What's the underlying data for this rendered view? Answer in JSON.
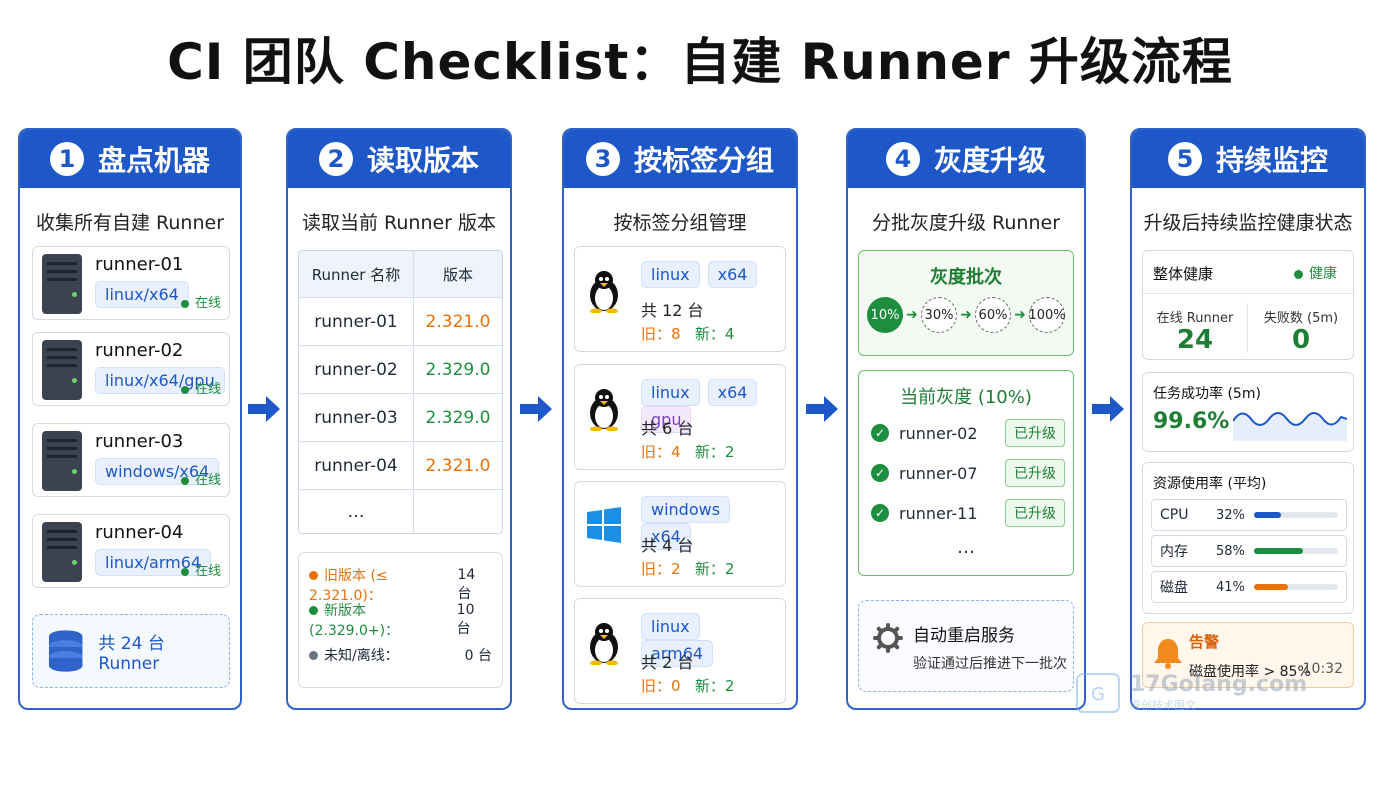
{
  "title": "CI 团队 Checklist：自建 Runner 升级流程",
  "steps": [
    {
      "num": "1",
      "title": "盘点机器",
      "subtitle": "收集所有自建 Runner"
    },
    {
      "num": "2",
      "title": "读取版本",
      "subtitle": "读取当前 Runner 版本"
    },
    {
      "num": "3",
      "title": "按标签分组",
      "subtitle": "按标签分组管理"
    },
    {
      "num": "4",
      "title": "灰度升级",
      "subtitle": "分批灰度升级 Runner"
    },
    {
      "num": "5",
      "title": "持续监控",
      "subtitle": "升级后持续监控健康状态"
    }
  ],
  "inventory": {
    "runners": [
      {
        "name": "runner-01",
        "tag": "linux/x64",
        "status": "在线"
      },
      {
        "name": "runner-02",
        "tag": "linux/x64/gpu",
        "status": "在线"
      },
      {
        "name": "runner-03",
        "tag": "windows/x64",
        "status": "在线"
      },
      {
        "name": "runner-04",
        "tag": "linux/arm64",
        "status": "在线"
      }
    ],
    "total": "共 24 台 Runner"
  },
  "versions": {
    "headers": [
      "Runner 名称",
      "版本"
    ],
    "rows": [
      {
        "name": "runner-01",
        "version": "2.321.0",
        "state": "old"
      },
      {
        "name": "runner-02",
        "version": "2.329.0",
        "state": "new"
      },
      {
        "name": "runner-03",
        "version": "2.329.0",
        "state": "new"
      },
      {
        "name": "runner-04",
        "version": "2.321.0",
        "state": "old"
      }
    ],
    "ellipsis": "…",
    "legend": [
      {
        "label": "旧版本 (≤ 2.321.0)：",
        "count": "14 台",
        "color": "#e8710a"
      },
      {
        "label": "新版本 (2.329.0+)：",
        "count": "10 台",
        "color": "#1e8e3e"
      },
      {
        "label": "未知/离线：",
        "count": "0 台",
        "color": "#6b7280"
      }
    ]
  },
  "groups": [
    {
      "os_icon": "linux-penguin-icon",
      "tags": [
        "linux",
        "x64"
      ],
      "count": "共 12 台",
      "old": "旧：8",
      "new": "新：4"
    },
    {
      "os_icon": "linux-penguin-icon",
      "tags": [
        "linux",
        "x64",
        "gpu"
      ],
      "count": "共 6 台",
      "old": "旧：4",
      "new": "新：2"
    },
    {
      "os_icon": "windows-logo-icon",
      "tags": [
        "windows",
        "x64"
      ],
      "count": "共 4 台",
      "old": "旧：2",
      "new": "新：2"
    },
    {
      "os_icon": "linux-penguin-icon",
      "tags": [
        "linux",
        "arm64"
      ],
      "count": "共 2 台",
      "old": "旧：0",
      "new": "新：2"
    }
  ],
  "canary": {
    "batch_title": "灰度批次",
    "batches": [
      "10%",
      "30%",
      "60%",
      "100%"
    ],
    "active_batch": 0,
    "current_title": "当前灰度 (10%)",
    "upgraded": [
      {
        "name": "runner-02",
        "badge": "已升级"
      },
      {
        "name": "runner-07",
        "badge": "已升级"
      },
      {
        "name": "runner-11",
        "badge": "已升级"
      }
    ],
    "ellipsis": "…",
    "restart_title": "自动重启服务",
    "restart_desc": "验证通过后推进下一批次"
  },
  "monitor": {
    "health_label": "整体健康",
    "health_status": "健康",
    "online_label": "在线 Runner",
    "online_value": "24",
    "fail_label": "失败数 (5m)",
    "fail_value": "0",
    "success_label": "任务成功率 (5m)",
    "success_value": "99.6%",
    "resource_label": "资源使用率 (平均)",
    "resources": [
      {
        "name": "CPU",
        "pct": "32%",
        "value": 32,
        "color": "#1e57c7"
      },
      {
        "name": "内存",
        "pct": "58%",
        "value": 58,
        "color": "#1e8e3e"
      },
      {
        "name": "磁盘",
        "pct": "41%",
        "value": 41,
        "color": "#e8710a"
      }
    ],
    "alert_title": "告警",
    "alert_desc": "磁盘使用率 > 85%",
    "alert_time": "10:32"
  },
  "watermark": {
    "site": "17Golang.com",
    "slogan": "原创技术图文"
  }
}
